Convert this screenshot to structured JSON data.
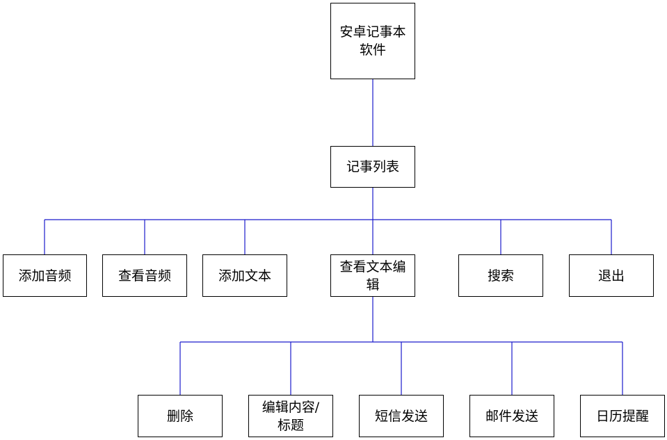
{
  "diagram": {
    "line_color": "#1a1acc",
    "root": {
      "label": "安卓记事本软件"
    },
    "list": {
      "label": "记事列表"
    },
    "level2": [
      {
        "label": "添加音频"
      },
      {
        "label": "查看音频"
      },
      {
        "label": "添加文本"
      },
      {
        "label": "查看文本编辑"
      },
      {
        "label": "搜索"
      },
      {
        "label": "退出"
      }
    ],
    "level3": [
      {
        "label": "删除"
      },
      {
        "label": "编辑内容/标题"
      },
      {
        "label": "短信发送"
      },
      {
        "label": "邮件发送"
      },
      {
        "label": "日历提醒"
      }
    ]
  }
}
